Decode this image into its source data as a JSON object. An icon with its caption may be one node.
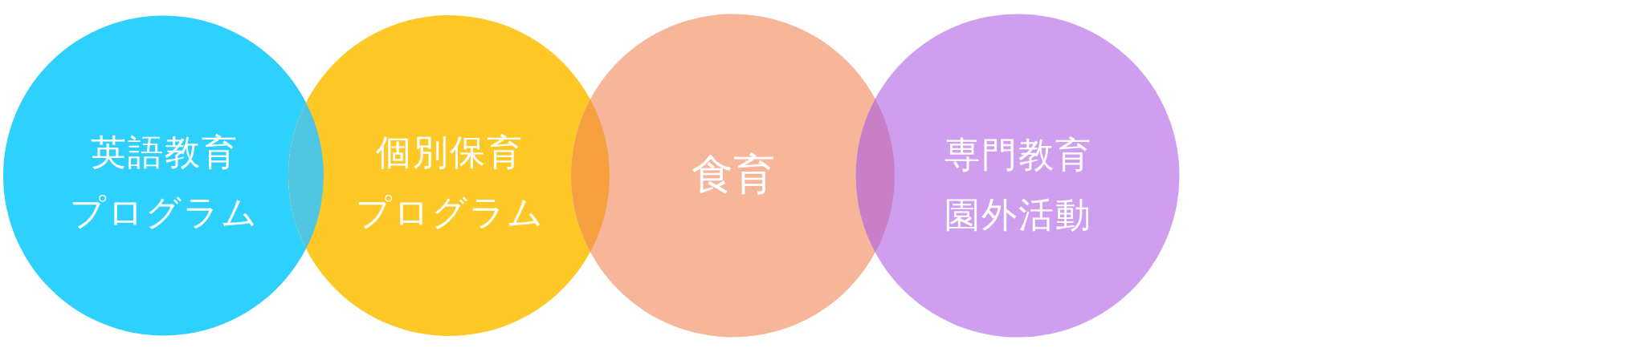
{
  "diagram": {
    "nodes": [
      {
        "text": [
          "英語教育プログラム"
        ]
      },
      {
        "text": [
          "個別保育プログラム"
        ]
      },
      {
        "text": [
          "食育"
        ]
      },
      {
        "text": [
          "専門教育園外活動"
        ]
      }
    ]
  }
}
